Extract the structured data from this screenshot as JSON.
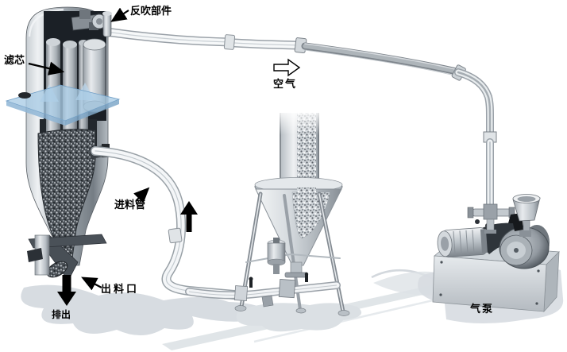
{
  "diagram": {
    "labels": {
      "blowback": "反吹部件",
      "filter": "滤芯",
      "air": "空气",
      "feed_pipe": "进料管",
      "discharge_outlet": "出料口",
      "discharge": "排出",
      "air_pump": "气泵"
    },
    "colors": {
      "background": "#ffffff",
      "label_text": "#000000",
      "arrow_black": "#000000",
      "mount_plate_blue": "#a9cce6",
      "metal_light": "#eef1f3",
      "metal_mid": "#aab1b7",
      "metal_dark": "#33383e",
      "ground_shadow": "#d7dce1"
    }
  }
}
